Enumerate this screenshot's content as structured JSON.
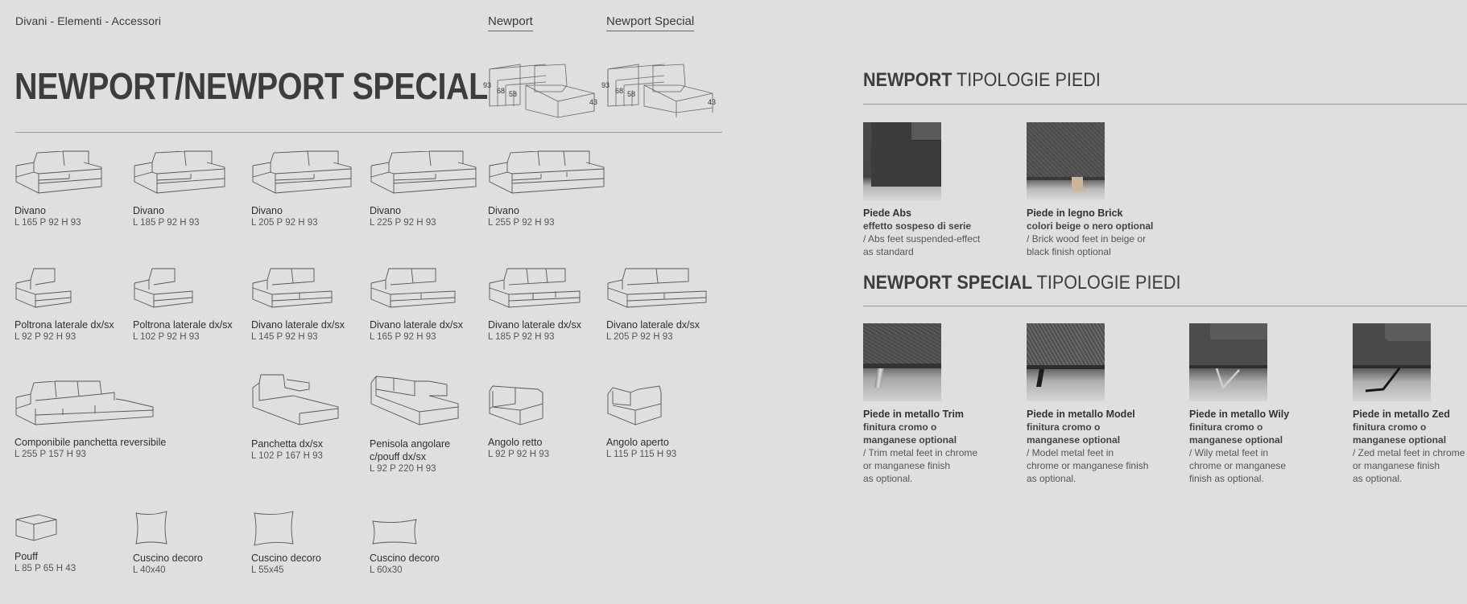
{
  "header": {
    "breadcrumb": "Divani - Elementi - Accessori",
    "tabs": [
      "Newport",
      "Newport Special"
    ],
    "title": "NEWPORT/NEWPORT SPECIAL"
  },
  "diagram_dims": {
    "newport": [
      "93",
      "68",
      "58",
      "43"
    ],
    "special": [
      "93",
      "68",
      "58",
      "43"
    ]
  },
  "catalog": {
    "row1": [
      {
        "name": "Divano",
        "dim": "L 165  P 92  H 93"
      },
      {
        "name": "Divano",
        "dim": "L 185  P 92  H 93"
      },
      {
        "name": "Divano",
        "dim": "L 205  P 92  H 93"
      },
      {
        "name": "Divano",
        "dim": "L 225  P 92  H 93"
      },
      {
        "name": "Divano",
        "dim": "L 255  P 92  H 93"
      }
    ],
    "row2": [
      {
        "name": "Poltrona laterale dx/sx",
        "dim": "L 92  P 92  H 93"
      },
      {
        "name": "Poltrona laterale dx/sx",
        "dim": "L 102  P 92  H 93"
      },
      {
        "name": "Divano laterale dx/sx",
        "dim": "L 145  P 92  H 93"
      },
      {
        "name": "Divano laterale dx/sx",
        "dim": "L 165  P 92  H 93"
      },
      {
        "name": "Divano laterale dx/sx",
        "dim": "L 185  P 92  H 93"
      },
      {
        "name": "Divano laterale dx/sx",
        "dim": "L 205  P 92  H 93"
      }
    ],
    "row3": [
      {
        "name": "Componibile panchetta reversibile",
        "dim": "L 255  P 157  H 93"
      },
      {
        "name": "Panchetta dx/sx",
        "dim": "L 102  P 167  H 93"
      },
      {
        "name": "Penisola angolare",
        "name2": "c/pouff dx/sx",
        "dim": "L 92  P 220  H 93"
      },
      {
        "name": "Angolo retto",
        "dim": "L 92  P 92  H 93"
      },
      {
        "name": "Angolo aperto",
        "dim": "L 115  P 115  H 93"
      }
    ],
    "row4": [
      {
        "name": "Pouff",
        "dim": "L 85  P 65  H 43"
      },
      {
        "name": "Cuscino decoro",
        "dim": "L 40x40"
      },
      {
        "name": "Cuscino decoro",
        "dim": "L 55x45"
      },
      {
        "name": "Cuscino decoro",
        "dim": "L 60x30"
      }
    ]
  },
  "newport_feet": {
    "heading_bold": "NEWPORT",
    "heading_rest": " TIPOLOGIE PIEDI",
    "items": [
      {
        "name": "Piede Abs",
        "it": "effetto sospeso di serie",
        "en1": "/ Abs feet suspended-effect",
        "en2": "as standard"
      },
      {
        "name": "Piede in legno Brick",
        "it": "colori beige o nero optional",
        "en1": "/ Brick wood feet in beige or",
        "en2": "black finish optional"
      }
    ]
  },
  "special_feet": {
    "heading_bold": "NEWPORT SPECIAL",
    "heading_rest": " TIPOLOGIE PIEDI",
    "items": [
      {
        "name": "Piede in metallo Trim",
        "it1": "finitura cromo o",
        "it2": "manganese optional",
        "en1": "/ Trim metal feet in chrome",
        "en2": "or manganese finish",
        "en3": "as optional."
      },
      {
        "name": "Piede in metallo Model",
        "it1": "finitura cromo o",
        "it2": "manganese optional",
        "en1": "/ Model metal feet in",
        "en2": "chrome or manganese finish",
        "en3": "as optional."
      },
      {
        "name": "Piede in metallo Wily",
        "it1": "finitura cromo o",
        "it2": "manganese optional",
        "en1": "/ Wily metal feet in",
        "en2": "chrome or manganese",
        "en3": "finish as optional."
      },
      {
        "name": "Piede in metallo Zed",
        "it1": "finitura cromo o",
        "it2": "manganese optional",
        "en1": "/ Zed metal feet in chrome",
        "en2": "or manganese finish",
        "en3": "as optional."
      }
    ]
  }
}
